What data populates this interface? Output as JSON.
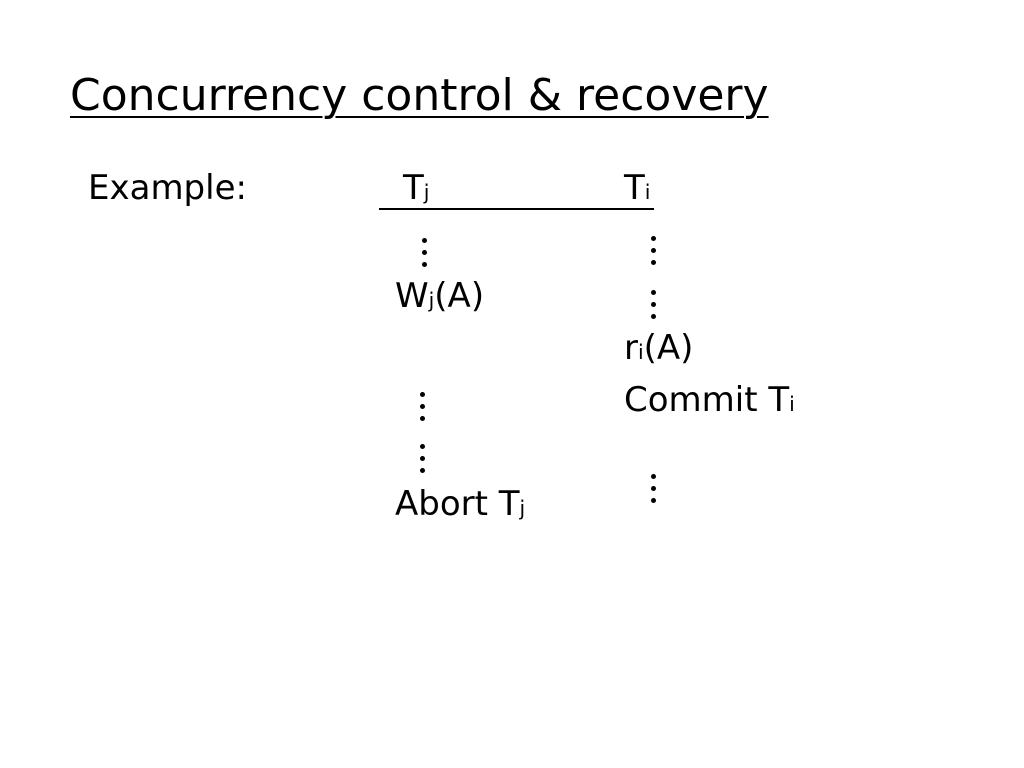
{
  "slide": {
    "title": "Concurrency control & recovery",
    "example_label": "Example:"
  },
  "schedule": {
    "tj_header": {
      "base": "T",
      "sub": "j"
    },
    "ti_header": {
      "base": "T",
      "sub": "i"
    },
    "tj_ops": {
      "write": {
        "base": "W",
        "sub": "j",
        "rest": "(A)"
      },
      "abort": {
        "base": "Abort T",
        "sub": "j"
      }
    },
    "ti_ops": {
      "read": {
        "base": "r",
        "sub": "i",
        "rest": "(A)"
      },
      "commit": {
        "base": "Commit T",
        "sub": "i"
      }
    },
    "ellipsis_icon": "vertical-ellipsis"
  }
}
